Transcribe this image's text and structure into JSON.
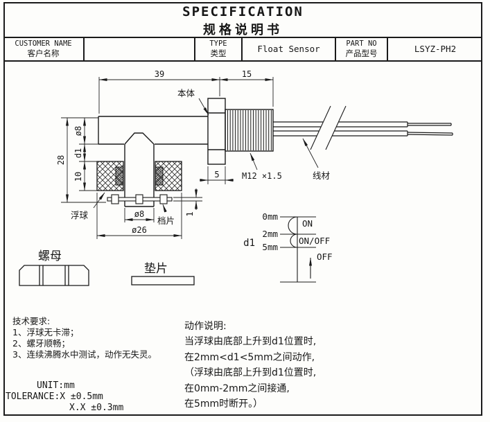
{
  "doc": {
    "title_en": "SPECIFICATION",
    "title_zh": "规格说明书"
  },
  "header": {
    "customer_label_en": "CUSTOMER NAME",
    "customer_label_zh": "客户名称",
    "customer_value": "",
    "type_label_en": "TYPE",
    "type_label_zh": "类型",
    "type_value": "Float Sensor",
    "partno_label_en": "PART NO",
    "partno_label_zh": "产品型号",
    "partno_value": "LSYZ-PH2"
  },
  "drawing": {
    "dim_39": "39",
    "dim_15": "15",
    "dim_28": "28",
    "dim_dia8_top": "ø8",
    "dim_d1": "d1",
    "dim_10": "10",
    "dim_5": "5",
    "thread_label": "M12 ×1.5",
    "dim_dia8_bottom": "ø8",
    "dim_dia26": "ø26",
    "dim_plate_1": "1",
    "label_body": "本体",
    "label_wire": "线材",
    "label_float": "浮球",
    "label_stopper": "档片",
    "label_nut": "螺母",
    "label_washer": "垫片"
  },
  "switch_diagram": {
    "pos_0": "0mm",
    "pos_2": "2mm",
    "pos_5": "5mm",
    "d1": "d1",
    "state_on": "ON",
    "state_on_off": "ON/OFF",
    "state_off": "OFF"
  },
  "tech_notes": {
    "title": "技术要求:",
    "item_1": "1、浮球无卡滞；",
    "item_2": "2、螺牙顺畅；",
    "item_3": "3、连续沸腾水中测试，动作无失灵。"
  },
  "tolerance": {
    "unit": "UNIT:mm",
    "line_x": "TOLERANCE:X ±0.5mm",
    "line_xx": "X.X ±0.3mm"
  },
  "action_notes": {
    "title": "动作说明:",
    "line_1": "当浮球由底部上升到d1位置时,",
    "line_2": "在2mm<d1<5mm之间动作,",
    "line_3": "（浮球由底部上升到d1位置时,",
    "line_4": "在0mm-2mm之间接通,",
    "line_5": "在5mm时断开。）"
  },
  "colors": {
    "line": "#1a1a1a",
    "paper": "#fdfdfb"
  }
}
